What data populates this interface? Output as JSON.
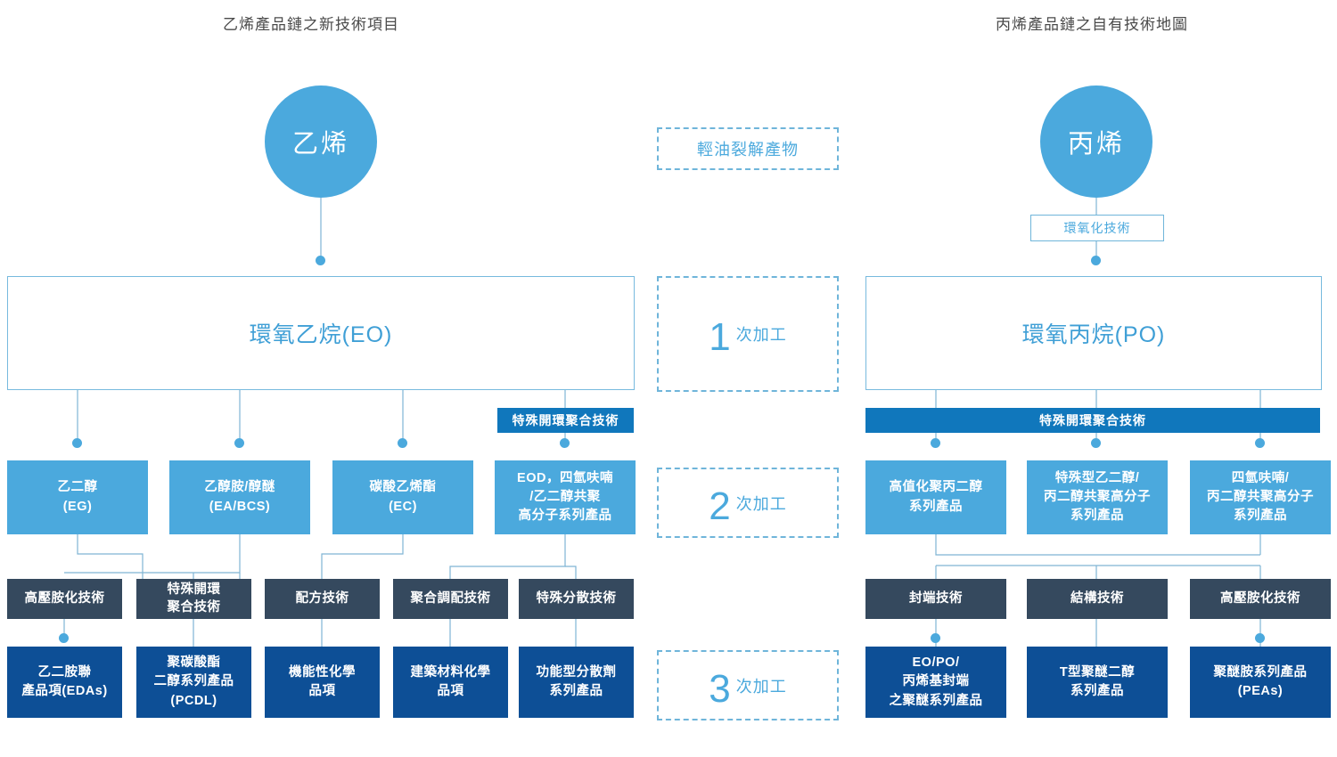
{
  "titles": {
    "left": "乙烯產品鏈之新技術項目",
    "right": "丙烯產品鏈之自有技術地圖"
  },
  "sources": {
    "ethylene": "乙烯",
    "propylene": "丙烯"
  },
  "stages": {
    "naphtha": "輕油裂解產物",
    "one": {
      "num": "1",
      "label": "次加工"
    },
    "two": {
      "num": "2",
      "label": "次加工"
    },
    "three": {
      "num": "3",
      "label": "次加工"
    }
  },
  "left_chain": {
    "level1": "環氧乙烷(EO)",
    "ring_tech": "特殊開環聚合技術",
    "level2": [
      "乙二醇\n(EG)",
      "乙醇胺/醇醚\n(EA/BCS)",
      "碳酸乙烯酯\n(EC)",
      "EOD，四氫呋喃\n/乙二醇共聚\n高分子系列產品"
    ],
    "level3": [
      "高壓胺化技術",
      "特殊開環\n聚合技術",
      "配方技術",
      "聚合調配技術",
      "特殊分散技術"
    ],
    "level4": [
      "乙二胺聯\n產品項(EDAs)",
      "聚碳酸酯\n二醇系列產品\n(PCDL)",
      "機能性化學\n品項",
      "建築材料化學\n品項",
      "功能型分散劑\n系列產品"
    ]
  },
  "right_chain": {
    "epoxidation_tech": "環氧化技術",
    "level1": "環氧丙烷(PO)",
    "ring_tech": "特殊開環聚合技術",
    "level2": [
      "高值化聚丙二醇\n系列產品",
      "特殊型乙二醇/\n丙二醇共聚高分子\n系列產品",
      "四氫呋喃/\n丙二醇共聚高分子\n系列產品"
    ],
    "level3": [
      "封端技術",
      "結構技術",
      "高壓胺化技術"
    ],
    "level4": [
      "EO/PO/\n丙烯基封端\n之聚醚系列產品",
      "T型聚醚二醇\n系列產品",
      "聚醚胺系列產品\n(PEAs)"
    ]
  },
  "colors": {
    "accent_light": "#4ba9dd",
    "accent_mid": "#1077bc",
    "accent_dark": "#0d4f96",
    "slate": "#35495e",
    "line": "#7fb5d4"
  }
}
